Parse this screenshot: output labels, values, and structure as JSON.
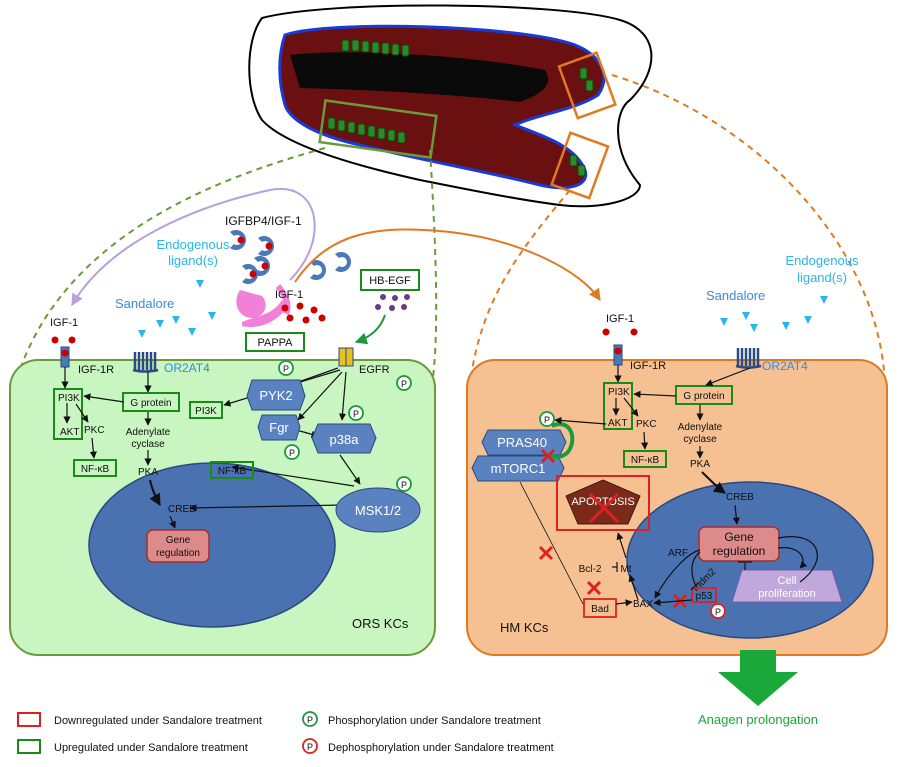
{
  "labels": {
    "igfbp4_igf1": "IGFBP4/IGF-1",
    "endogenous_left_l1": "Endogenous",
    "endogenous_left_l2": "ligand(s)",
    "sandalore_left": "Sandalore",
    "igf1_left": "IGF-1",
    "igf1_center": "IGF-1",
    "hb_egf": "HB-EGF",
    "pappa": "PAPPA",
    "igf1r_left": "IGF-1R",
    "or2at4_left": "OR2AT4",
    "egfr": "EGFR",
    "pi3k_left": "PI3K",
    "akt_left": "AKT",
    "pkc_left": "PKC",
    "g_protein_left": "G protein",
    "adenylate_left_l1": "Adenylate",
    "adenylate_left_l2": "cyclase",
    "pka_left": "PKA",
    "nfkb_left": "NF-κB",
    "pyk2": "PYK2",
    "pi3k_mid": "PI3K",
    "fgr": "Fgr",
    "p38a": "p38a",
    "nfkb_mid": "NF-κB",
    "msk12": "MSK1/2",
    "creb_left": "CREB",
    "gene_reg_left_l1": "Gene",
    "gene_reg_left_l2": "regulation",
    "ors_kcs": "ORS KCs",
    "igf1_right": "IGF-1",
    "sandalore_right": "Sandalore",
    "endogenous_right_l1": "Endogenous",
    "endogenous_right_l2": "ligand(s)",
    "igf1r_right": "IGF-1R",
    "or2at4_right": "OR2AT4",
    "pi3k_right": "PI3K",
    "akt_right": "AKT",
    "pkc_right": "PKC",
    "g_protein_right": "G protein",
    "adenylate_right_l1": "Adenylate",
    "adenylate_right_l2": "cyclase",
    "pka_right": "PKA",
    "nfkb_right": "NF-κB",
    "pras40": "PRAS40",
    "mtorc1": "mTORC1",
    "apoptosis": "APOPTOSIS",
    "creb_right": "CREB",
    "gene_reg_right_l1": "Gene",
    "gene_reg_right_l2": "regulation",
    "arf": "ARF",
    "mdm2": "mdm2",
    "p53": "p53",
    "cell_prolif_l1": "Cell",
    "cell_prolif_l2": "proliferation",
    "bcl2": "Bcl-2",
    "mt": "Mt",
    "bax": "BAX",
    "bad": "Bad",
    "hm_kcs": "HM KCs",
    "p": "P",
    "anagen": "Anagen prolongation"
  },
  "legend": {
    "down": "Downregulated under Sandalore treatment",
    "up": "Upregulated under Sandalore treatment",
    "phos": "Phosphorylation under Sandalore treatment",
    "dephos": "Dephosphorylation under Sandalore treatment"
  },
  "colors": {
    "green_cell": "#c8f5c0",
    "green_border": "#6a9a3a",
    "orange_cell": "#f5c193",
    "orange_border": "#e07a20",
    "nucleus": "#4a72b0",
    "box_blue": "#5a82c0",
    "up_green": "#1a8a1a",
    "down_red": "#e02020",
    "cyan": "#29b6e8",
    "sandalore_blue": "#3a8ad8",
    "lavender": "#b8a0d8",
    "pink": "#f080d8",
    "hair_dark": "#6a1010",
    "anagen_green": "#1aa83a"
  }
}
